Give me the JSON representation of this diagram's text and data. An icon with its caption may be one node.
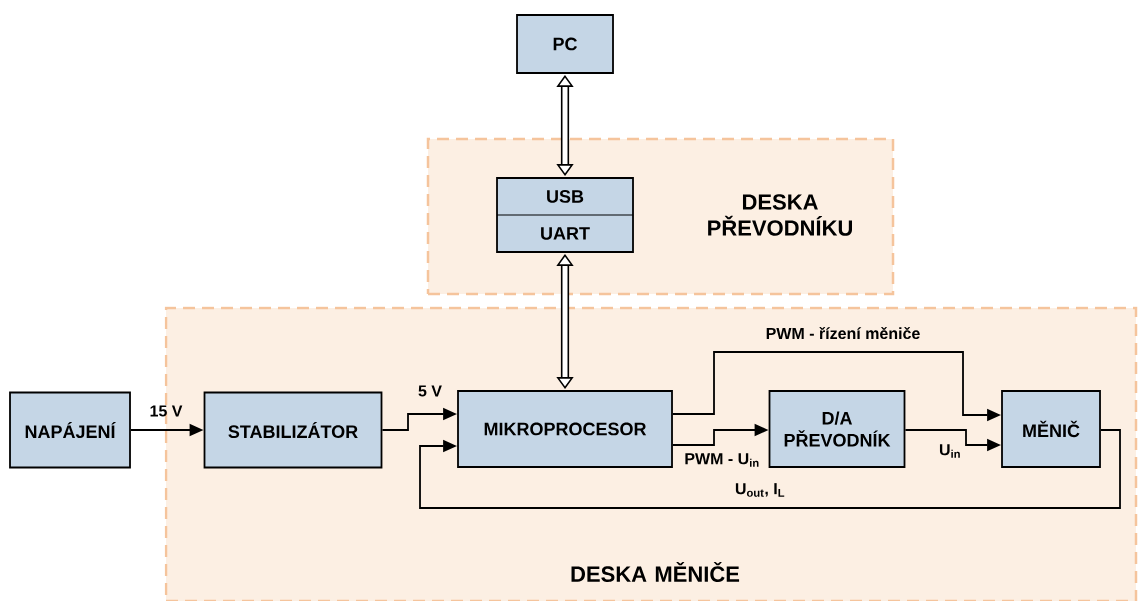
{
  "diagram": {
    "nodes": [
      {
        "text": [
          "DESKA PŘEVODNÍKU"
        ]
      },
      {
        "text": [
          "DESKA MĚNIČE"
        ]
      },
      {
        "text": [
          "PC"
        ]
      },
      {
        "text": [
          "USB",
          "UART"
        ],
        "in": 0
      },
      {
        "text": [
          "NAPÁJENÍ"
        ]
      },
      {
        "text": [
          "STABILIZÁTOR"
        ],
        "in": 1
      },
      {
        "text": [
          "MIKROPROCESOR"
        ],
        "in": 1
      },
      {
        "text": [
          "D/A PŘEVODNÍK"
        ],
        "in": 1
      },
      {
        "text": [
          "MĚNIČ"
        ],
        "in": 1
      }
    ],
    "edges": [
      {
        "from": 2,
        "to": 3,
        "arrow": "both",
        "style": "thick"
      },
      {
        "from": 3,
        "to": 6,
        "arrow": "both",
        "style": "thick"
      },
      {
        "from": 4,
        "to": 5,
        "arrow": "to",
        "label": "15 V"
      },
      {
        "from": 5,
        "to": 6,
        "arrow": "to",
        "label": "5 V"
      },
      {
        "from": 6,
        "to": 8,
        "arrow": "to",
        "label": "PWM - řízení měniče"
      },
      {
        "from": 6,
        "to": 7,
        "arrow": "to",
        "label": "PWM - U$_{in}$"
      },
      {
        "from": 7,
        "to": 8,
        "arrow": "to",
        "label": "U$_{in}$"
      },
      {
        "from": 8,
        "to": 6,
        "arrow": "to",
        "label": "U$_{out}$, I$_{L}$"
      }
    ]
  }
}
